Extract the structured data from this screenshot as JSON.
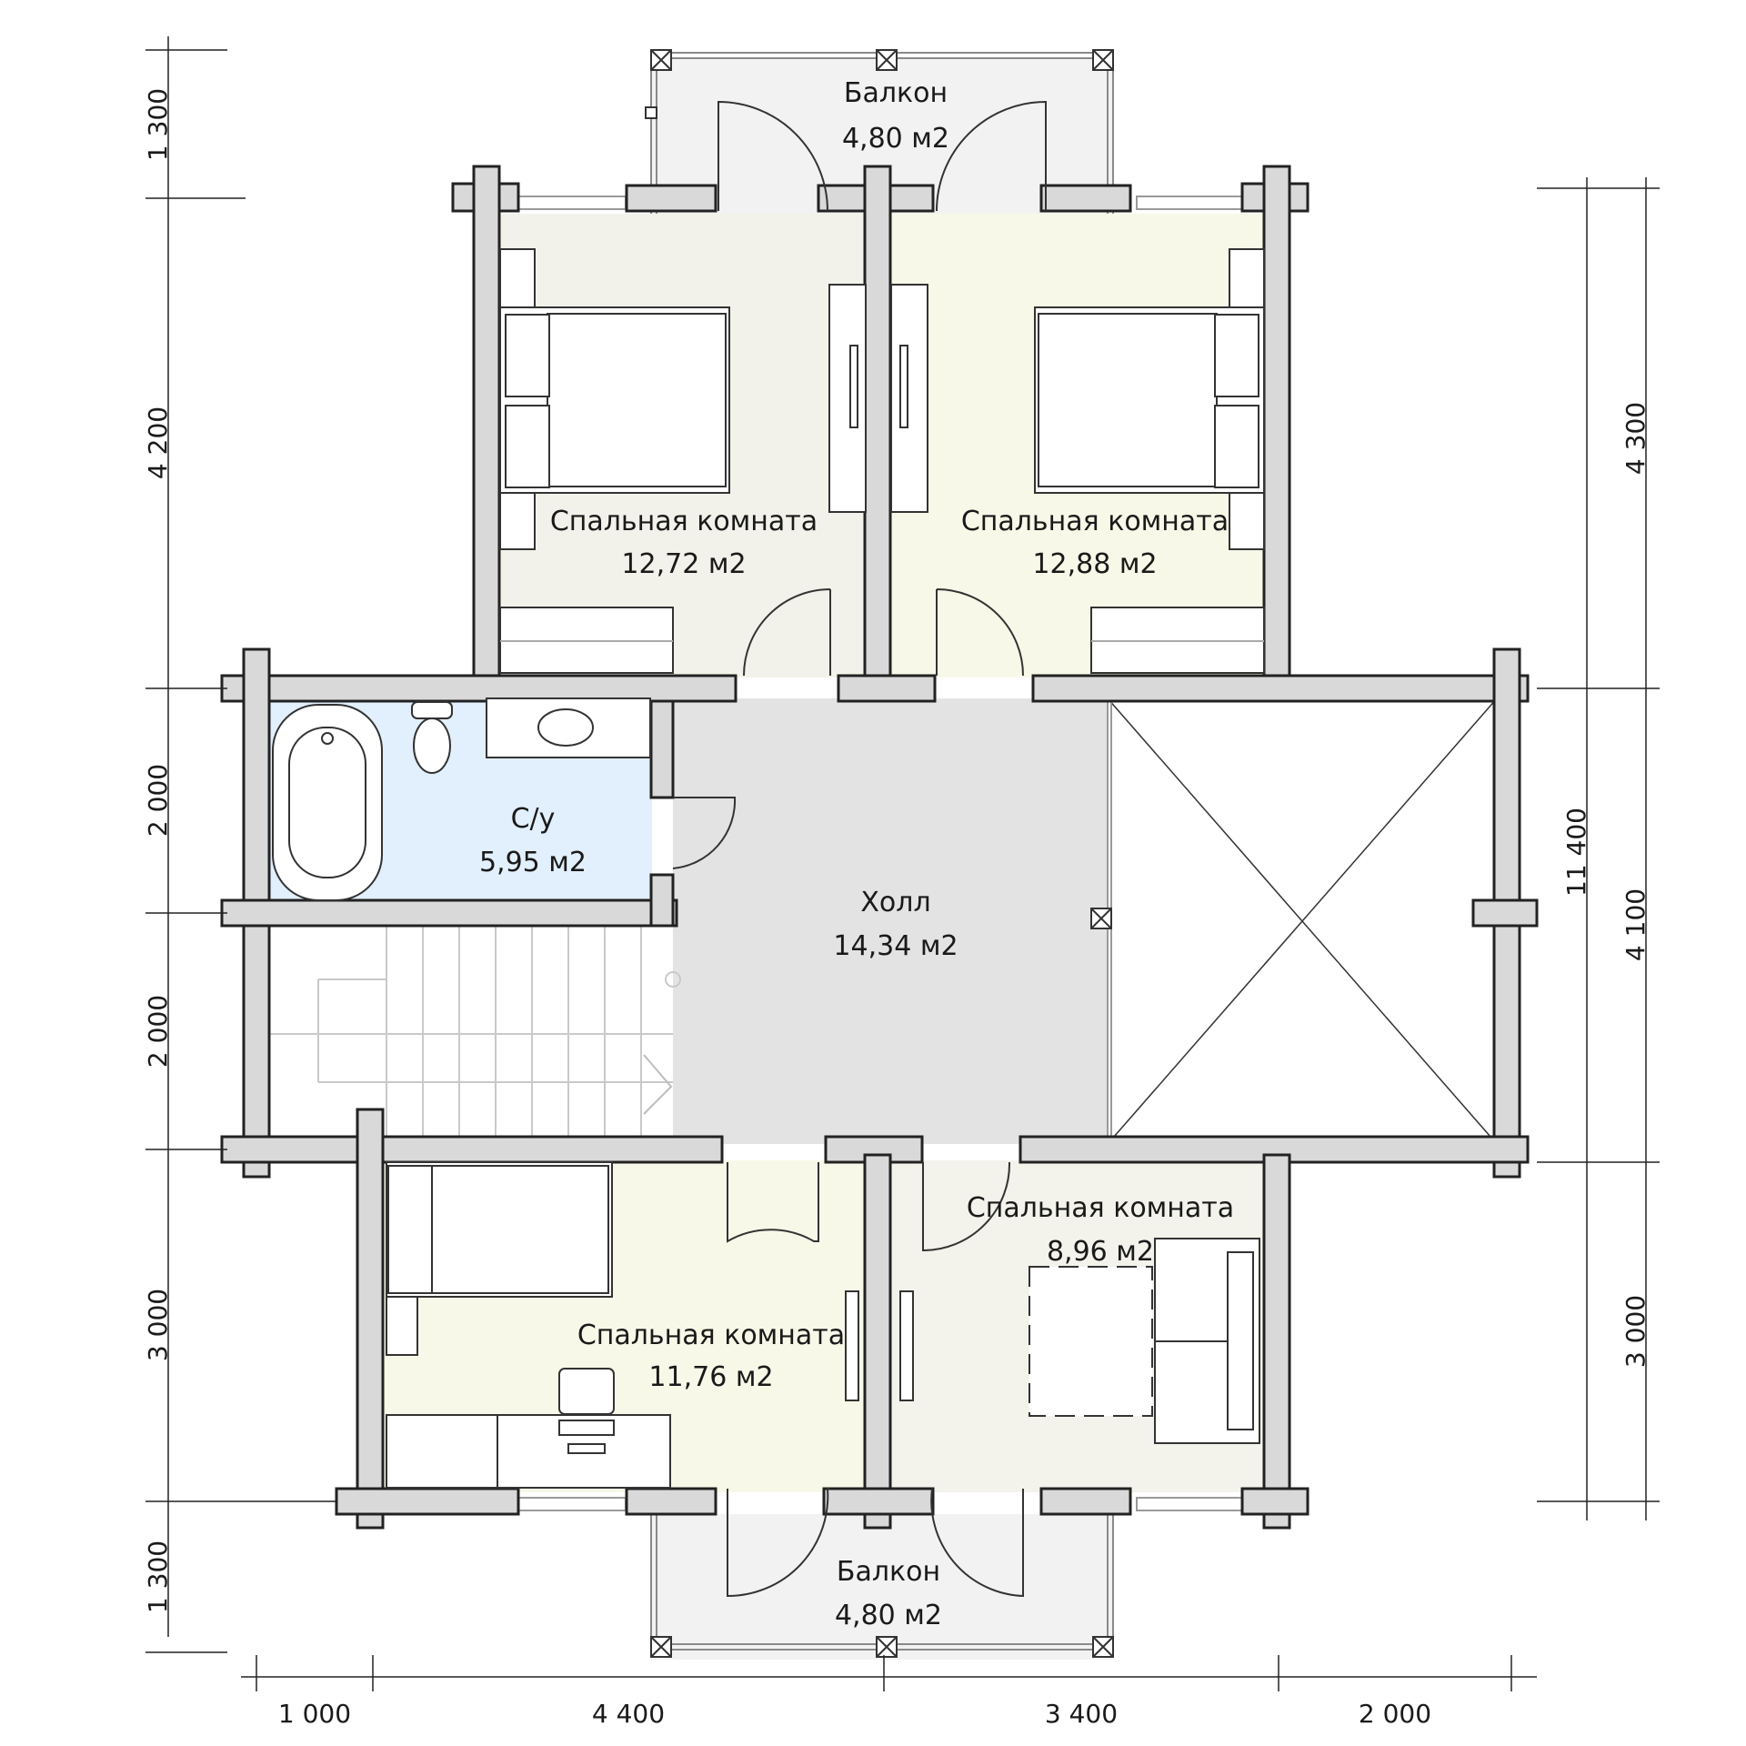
{
  "rooms": {
    "balcony_top": {
      "name": "Балкон",
      "area": "4,80 м2"
    },
    "bedroom_1": {
      "name": "Спальная комната",
      "area": "12,72 м2"
    },
    "bedroom_2": {
      "name": "Спальная комната",
      "area": "12,88 м2"
    },
    "bathroom": {
      "name": "С/у",
      "area": "5,95 м2"
    },
    "hall": {
      "name": "Холл",
      "area": "14,34 м2"
    },
    "bedroom_3": {
      "name": "Спальная комната",
      "area": "8,96 м2"
    },
    "bedroom_4": {
      "name": "Спальная комната",
      "area": "11,76 м2"
    },
    "balcony_bottom": {
      "name": "Балкон",
      "area": "4,80 м2"
    }
  },
  "dimensions": {
    "left": [
      "1 300",
      "4 200",
      "2 000",
      "2 000",
      "3 000",
      "1 300"
    ],
    "right": [
      "4 300",
      "4 100",
      "3 000"
    ],
    "right_total": "11 400",
    "bottom": [
      "1 000",
      "4 400",
      "3 400",
      "2 000"
    ]
  },
  "colors": {
    "wall": "#d9d9d9",
    "bedroom_1": "#f2f2ea",
    "bedroom_2": "#f8f8e8",
    "bathroom": "#e2effc",
    "hall": "#e3e3e3",
    "balcony": "#f2f2f2",
    "bedroom_3": "#f3f3ec",
    "bedroom_4": "#f8f8e8"
  }
}
